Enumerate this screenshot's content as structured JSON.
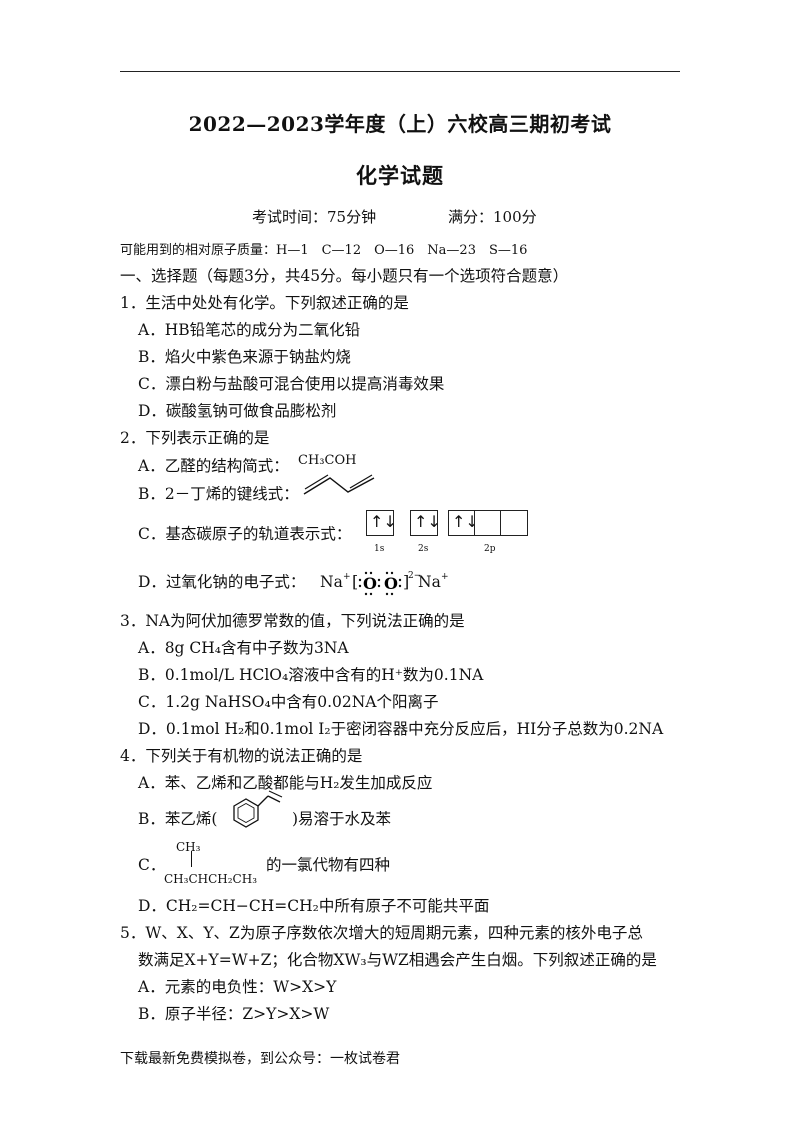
{
  "header": {
    "title": "2022—2023学年度（上）六校高三期初考试",
    "subject": "化学试题",
    "time": "考试时间：75分钟",
    "score": "满分：100分",
    "atomic_masses": "可能用到的相对原子质量：H—1　C—12　O—16　Na—23　S—16"
  },
  "section": "一、选择题（每题3分，共45分。每小题只有一个选项符合题意）",
  "q1": {
    "stem": "1．生活中处处有化学。下列叙述正确的是",
    "a": "A．HB铅笔芯的成分为二氧化铅",
    "b": "B．焰火中紫色来源于钠盐灼烧",
    "c": "C．漂白粉与盐酸可混合使用以提高消毒效果",
    "d": "D．碳酸氢钠可做食品膨松剂"
  },
  "q2": {
    "stem": "2．下列表示正确的是",
    "a": "A．乙醛的结构简式：",
    "a_formula": "CH₃COH",
    "b": "B．2－丁烯的键线式：",
    "c": "C．基态碳原子的轨道表示式：",
    "orb_1s": "1s",
    "orb_2s": "2s",
    "orb_2p": "2p",
    "d": "D．过氧化钠的电子式：",
    "na": "Na",
    "plus": "+",
    "minus": "2−"
  },
  "q3": {
    "stem": "3．NA为阿伏加德罗常数的值，下列说法正确的是",
    "a": "A．8g CH₄含有中子数为3NA",
    "b": "B．0.1mol/L HClO₄溶液中含有的H⁺数为0.1NA",
    "c": "C．1.2g NaHSO₄中含有0.02NA个阳离子",
    "d": "D．0.1mol H₂和0.1mol I₂于密闭容器中充分反应后，HI分子总数为0.2NA"
  },
  "q4": {
    "stem": "4．下列关于有机物的说法正确的是",
    "a": "A．苯、乙烯和乙酸都能与H₂发生加成反应",
    "b_pre": "B．苯乙烯(",
    "b_post": ")易溶于水及苯",
    "c_pre": "C．",
    "c_ch3": "CH₃",
    "c_chain": "CH₃CHCH₂CH₃",
    "c_post": "的一氯代物有四种",
    "d": "D．CH₂=CH−CH=CH₂中所有原子不可能共平面"
  },
  "q5": {
    "stem1": "5．W、X、Y、Z为原子序数依次增大的短周期元素，四种元素的核外电子总",
    "stem2": "数满足X+Y=W+Z；化合物XW₃与WZ相遇会产生白烟。下列叙述正确的是",
    "a": "A．元素的电负性：W>X>Y",
    "b": "B．原子半径：Z>Y>X>W"
  },
  "footer": "下载最新免费模拟卷，到公众号：一枚试卷君"
}
